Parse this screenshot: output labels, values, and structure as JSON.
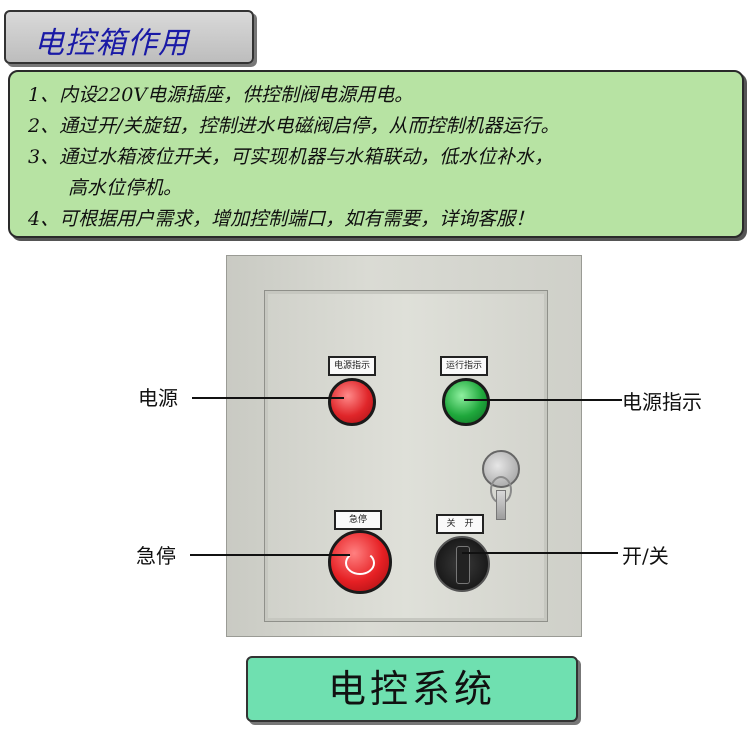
{
  "title": "电控箱作用",
  "info_lines": [
    "1、内设220V电源插座，供控制阀电源用电。",
    "2、通过开/关旋钮，控制进水电磁阀启停，从而控制机器运行。",
    "3、通过水箱液位开关，可实现机器与水箱联动，低水位补水，",
    "高水位停机。",
    "4、可根据用户需求，增加控制端口，如有需要，详询客服！"
  ],
  "cabinet": {
    "sign_power_indicator": "电源指示",
    "sign_run_indicator": "运行指示",
    "sign_estop": "急停",
    "sign_switch": "关　开"
  },
  "callouts": {
    "power": "电源",
    "power_indicator": "电源指示",
    "estop": "急停",
    "on_off": "开/关"
  },
  "bottom_banner": "电控系统",
  "colors": {
    "title_text": "#1a1aa6",
    "info_panel": "#b7e3a3",
    "bottom_banner": "#6fe0b0",
    "lamp_red": "#e0262a",
    "lamp_green": "#1fa83c"
  }
}
